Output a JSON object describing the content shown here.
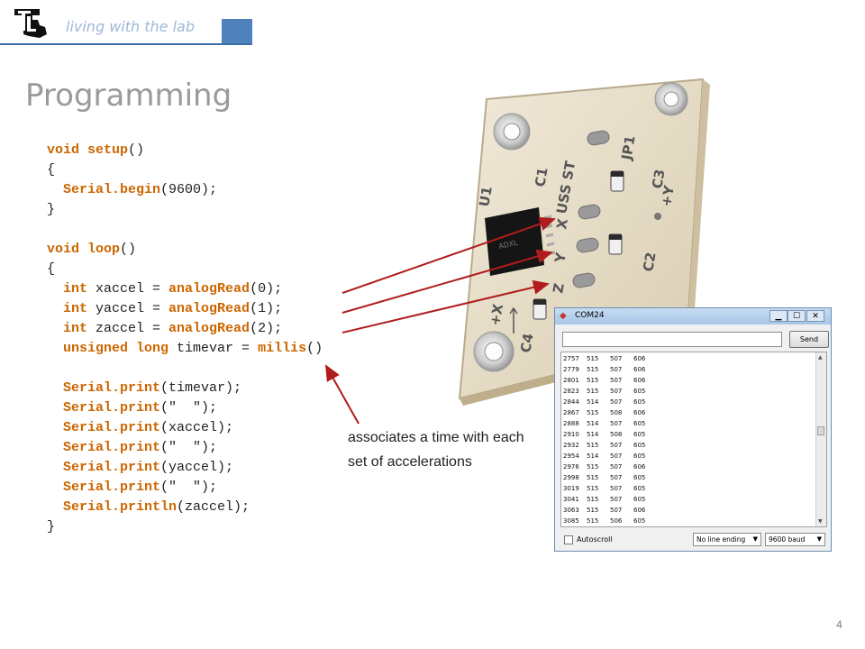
{
  "header": {
    "tagline": "living with the lab",
    "logo_icon": "louisiana-tech-logo"
  },
  "title": "Programming",
  "code": {
    "lines": [
      [
        {
          "t": "void setup",
          "c": "kw"
        },
        {
          "t": "()",
          "c": ""
        }
      ],
      [
        {
          "t": "{",
          "c": ""
        }
      ],
      [
        {
          "t": "  ",
          "c": ""
        },
        {
          "t": "Serial.begin",
          "c": "fn"
        },
        {
          "t": "(9600);",
          "c": ""
        }
      ],
      [
        {
          "t": "}",
          "c": ""
        }
      ],
      [
        {
          "t": "",
          "c": ""
        }
      ],
      [
        {
          "t": "void loop",
          "c": "kw"
        },
        {
          "t": "()",
          "c": ""
        }
      ],
      [
        {
          "t": "{",
          "c": ""
        }
      ],
      [
        {
          "t": "  ",
          "c": ""
        },
        {
          "t": "int",
          "c": "kw"
        },
        {
          "t": " xaccel = ",
          "c": ""
        },
        {
          "t": "analogRead",
          "c": "fn"
        },
        {
          "t": "(0);",
          "c": ""
        }
      ],
      [
        {
          "t": "  ",
          "c": ""
        },
        {
          "t": "int",
          "c": "kw"
        },
        {
          "t": " yaccel = ",
          "c": ""
        },
        {
          "t": "analogRead",
          "c": "fn"
        },
        {
          "t": "(1);",
          "c": ""
        }
      ],
      [
        {
          "t": "  ",
          "c": ""
        },
        {
          "t": "int",
          "c": "kw"
        },
        {
          "t": " zaccel = ",
          "c": ""
        },
        {
          "t": "analogRead",
          "c": "fn"
        },
        {
          "t": "(2);",
          "c": ""
        }
      ],
      [
        {
          "t": "  ",
          "c": ""
        },
        {
          "t": "unsigned long",
          "c": "kw"
        },
        {
          "t": " timevar = ",
          "c": ""
        },
        {
          "t": "millis",
          "c": "fn"
        },
        {
          "t": "()",
          "c": ""
        }
      ],
      [
        {
          "t": "",
          "c": ""
        }
      ],
      [
        {
          "t": "  ",
          "c": ""
        },
        {
          "t": "Serial.print",
          "c": "fn"
        },
        {
          "t": "(timevar);",
          "c": ""
        }
      ],
      [
        {
          "t": "  ",
          "c": ""
        },
        {
          "t": "Serial.print",
          "c": "fn"
        },
        {
          "t": "(\"  \");",
          "c": ""
        }
      ],
      [
        {
          "t": "  ",
          "c": ""
        },
        {
          "t": "Serial.print",
          "c": "fn"
        },
        {
          "t": "(xaccel);",
          "c": ""
        }
      ],
      [
        {
          "t": "  ",
          "c": ""
        },
        {
          "t": "Serial.print",
          "c": "fn"
        },
        {
          "t": "(\"  \");",
          "c": ""
        }
      ],
      [
        {
          "t": "  ",
          "c": ""
        },
        {
          "t": "Serial.print",
          "c": "fn"
        },
        {
          "t": "(yaccel);",
          "c": ""
        }
      ],
      [
        {
          "t": "  ",
          "c": ""
        },
        {
          "t": "Serial.print",
          "c": "fn"
        },
        {
          "t": "(\"  \");",
          "c": ""
        }
      ],
      [
        {
          "t": "  ",
          "c": ""
        },
        {
          "t": "Serial.println",
          "c": "fn"
        },
        {
          "t": "(zaccel);",
          "c": ""
        }
      ],
      [
        {
          "t": "}",
          "c": ""
        }
      ]
    ]
  },
  "annotation": "associates a time with each set of accelerations",
  "board": {
    "labels": [
      "U1",
      "C1",
      "USS ST",
      "JP1",
      "C3",
      "+Y",
      "X",
      "Y",
      "C2",
      "Z",
      "C4",
      "+X"
    ]
  },
  "serial_monitor": {
    "title": "COM24",
    "window_buttons": {
      "min": "▁",
      "max": "☐",
      "close": "✕"
    },
    "input_value": "",
    "send_label": "Send",
    "rows": [
      [
        "2757",
        "515",
        "507",
        "606"
      ],
      [
        "2779",
        "515",
        "507",
        "606"
      ],
      [
        "2801",
        "515",
        "507",
        "606"
      ],
      [
        "2823",
        "515",
        "507",
        "605"
      ],
      [
        "2844",
        "514",
        "507",
        "605"
      ],
      [
        "2867",
        "515",
        "508",
        "606"
      ],
      [
        "2888",
        "514",
        "507",
        "605"
      ],
      [
        "2910",
        "514",
        "508",
        "605"
      ],
      [
        "2932",
        "515",
        "507",
        "605"
      ],
      [
        "2954",
        "514",
        "507",
        "605"
      ],
      [
        "2976",
        "515",
        "507",
        "606"
      ],
      [
        "2998",
        "515",
        "507",
        "605"
      ],
      [
        "3019",
        "515",
        "507",
        "605"
      ],
      [
        "3041",
        "515",
        "507",
        "605"
      ],
      [
        "3063",
        "515",
        "507",
        "606"
      ],
      [
        "3085",
        "515",
        "506",
        "605"
      ]
    ],
    "autoscroll_label": "Autoscroll",
    "autoscroll_checked": false,
    "line_ending": "No line ending",
    "baud": "9600 baud"
  },
  "page_number": "4",
  "colors": {
    "accent": "#4f81bd",
    "keyword": "#cc6600",
    "arrow": "#b01c1c",
    "title": "#9a9a9a"
  }
}
